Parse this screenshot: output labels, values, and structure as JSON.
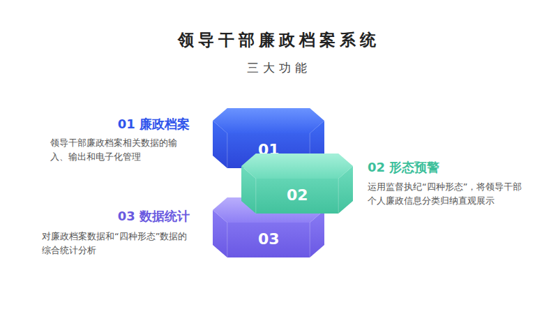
{
  "diagram": {
    "title": "领导干部廉政档案系统",
    "nodes": [
      {
        "text": [
          "01"
        ]
      },
      {
        "text": [
          "02"
        ]
      },
      {
        "text": [
          "03"
        ]
      }
    ],
    "labels": [
      "三大功能",
      "01 廉政档案",
      "领导干部廉政档案相关数据的输入、输出和电子化管理",
      "02 形态预警",
      "运用监督执纪“四种形态”，将领导干部个人廉政信息分类归纳直观展示",
      "03 数据统计",
      "对廉政档案数据和“四种形态”数据的综合统计分析"
    ]
  }
}
